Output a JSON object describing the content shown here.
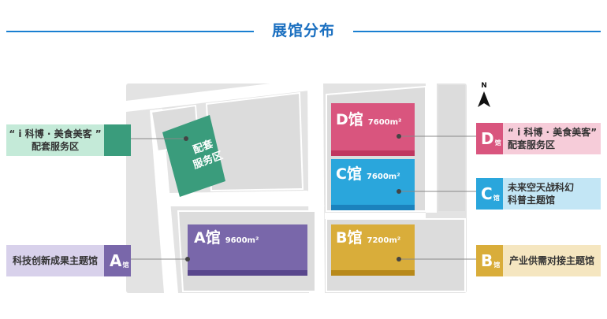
{
  "title": "展馆分布",
  "compass": {
    "label": "N"
  },
  "service_area": {
    "label_line1": "配套",
    "label_line2": "服务区"
  },
  "halls": {
    "D": {
      "name": "D馆",
      "area": "7600m²",
      "color": "#d9557e",
      "stripe": "#c0365f"
    },
    "C": {
      "name": "C馆",
      "area": "7600m²",
      "color": "#2aa6dc",
      "stripe": "#1b82bd"
    },
    "A": {
      "name": "A馆",
      "area": "9600m²",
      "color": "#7967aa",
      "stripe": "#58468c"
    },
    "B": {
      "name": "B馆",
      "area": "7200m²",
      "color": "#d9ad3a",
      "stripe": "#b8891a"
    }
  },
  "callouts": {
    "left_service": {
      "line1": "“ i 科博 · 美食美客 ”",
      "line2": "配套服务区",
      "bg": "#c4ead8",
      "tag_color": "#3a9c7c"
    },
    "left_a": {
      "text": "科技创新成果主题馆",
      "tag": "A",
      "tag_sub": "馆",
      "bg": "#d8d1eb",
      "tag_color": "#7967aa"
    },
    "right_d": {
      "line1": "“ i 科博 · 美食美客”",
      "line2": "配套服务区",
      "tag": "D",
      "tag_sub": "馆",
      "bg": "#f6ccd9",
      "tag_color": "#d9557e"
    },
    "right_c": {
      "line1": "未来空天战科幻",
      "line2": "科普主题馆",
      "tag": "C",
      "tag_sub": "馆",
      "bg": "#c3e6f5",
      "tag_color": "#2aa6dc"
    },
    "right_b": {
      "text": "产业供需对接主题馆",
      "tag": "B",
      "tag_sub": "馆",
      "bg": "#f5e6c0",
      "tag_color": "#d9ad3a"
    }
  }
}
